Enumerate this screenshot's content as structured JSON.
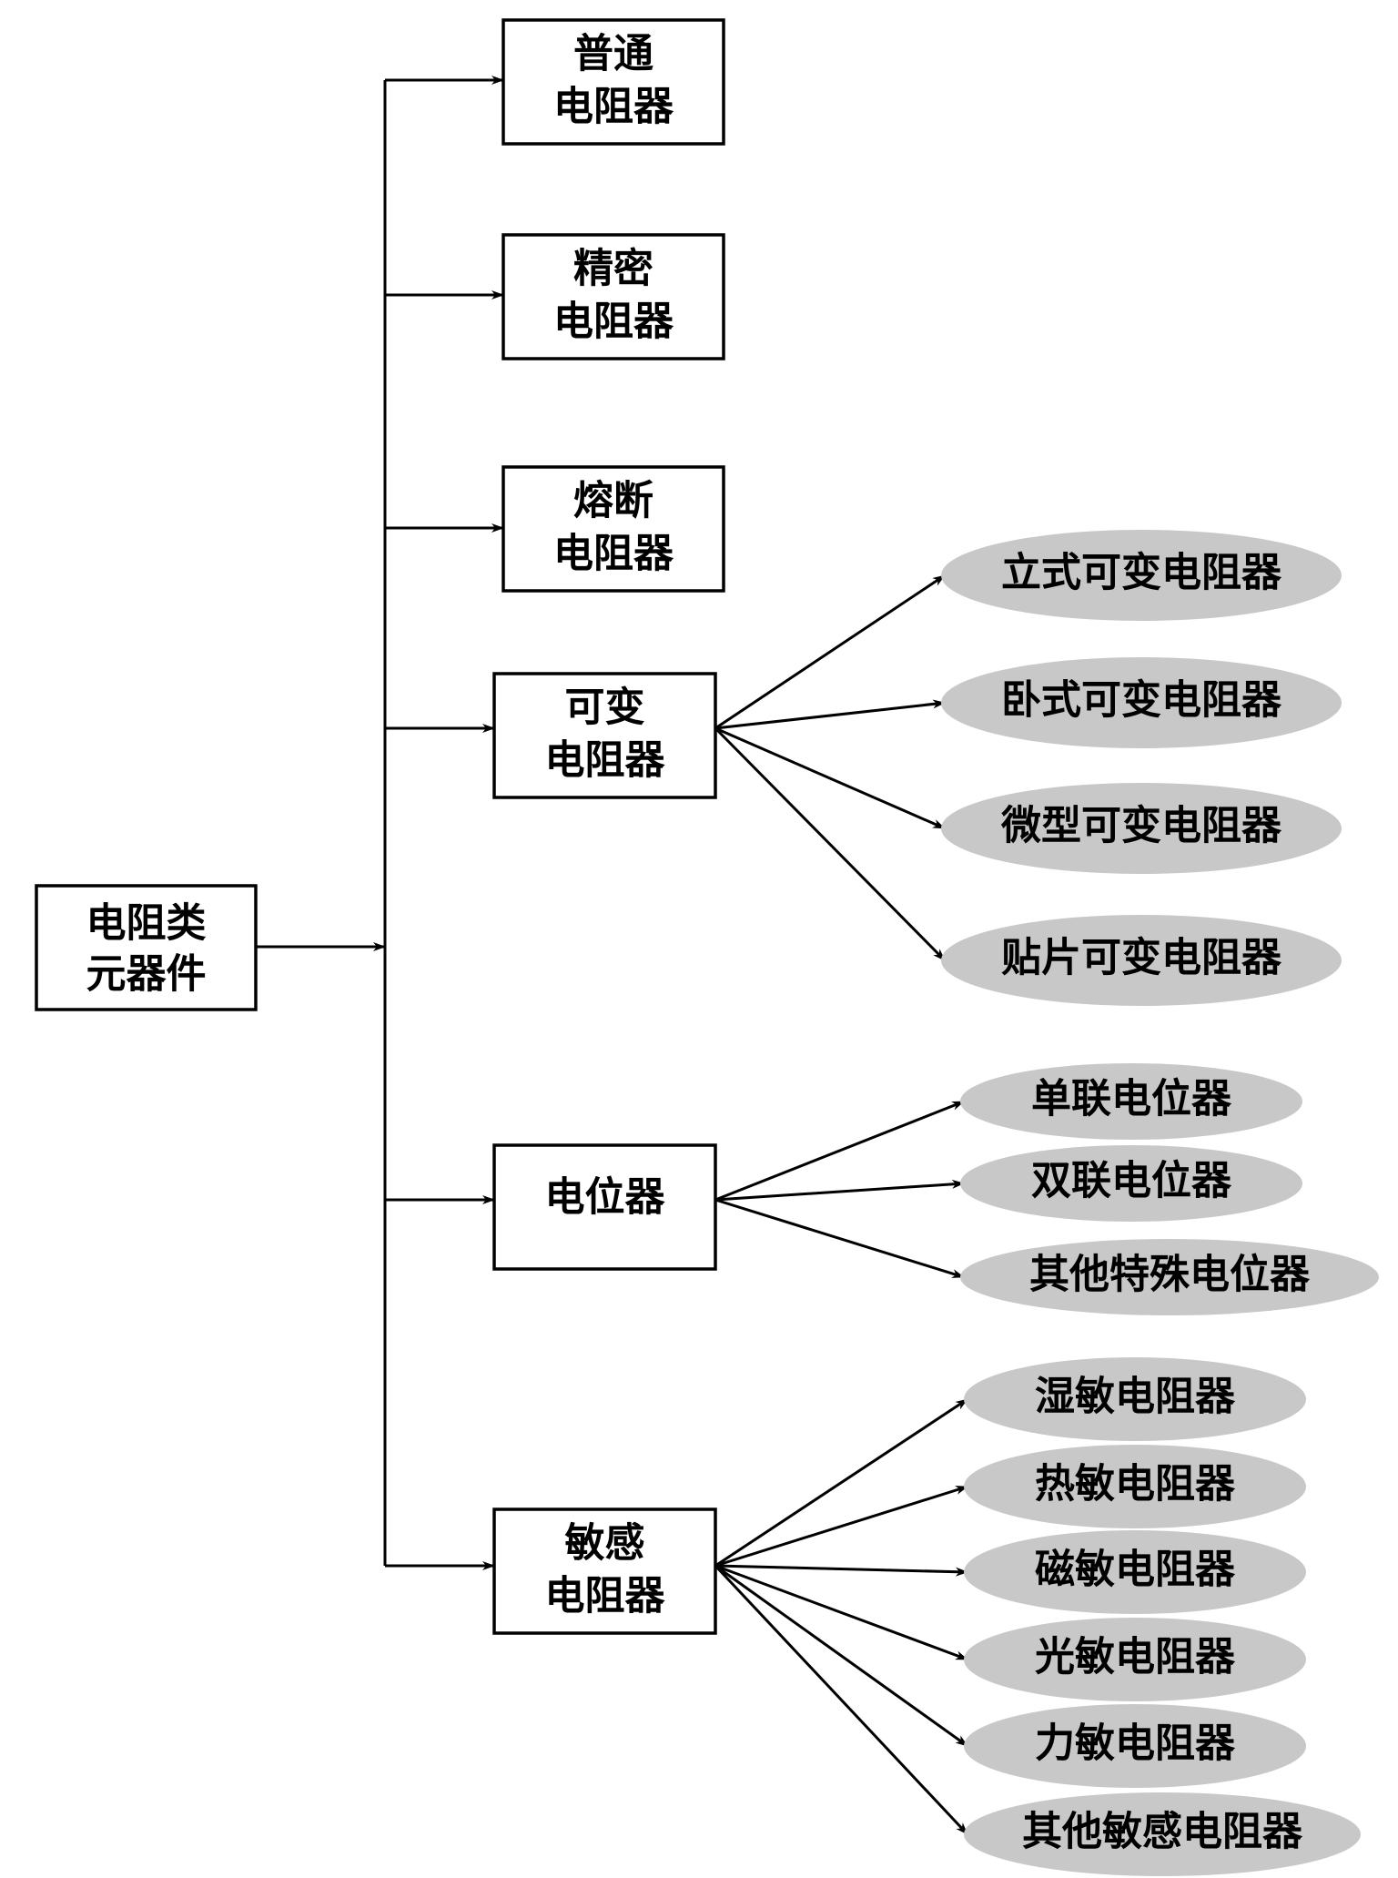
{
  "colors": {
    "line": "#000000",
    "box_fill": "#ffffff",
    "ellipse_fill": "#c8c8c8"
  },
  "root": {
    "line1": "电阻类",
    "line2": "元器件"
  },
  "categories": [
    {
      "id": "ordinary",
      "line1": "普通",
      "line2": "电阻器",
      "children": []
    },
    {
      "id": "precision",
      "line1": "精密",
      "line2": "电阻器",
      "children": []
    },
    {
      "id": "fuse",
      "line1": "熔断",
      "line2": "电阻器",
      "children": []
    },
    {
      "id": "variable",
      "line1": "可变",
      "line2": "电阻器",
      "children": [
        "立式可变电阻器",
        "卧式可变电阻器",
        "微型可变电阻器",
        "贴片可变电阻器"
      ]
    },
    {
      "id": "potentiometer",
      "line1": "电位器",
      "line2": "",
      "children": [
        "单联电位器",
        "双联电位器",
        "其他特殊电位器"
      ]
    },
    {
      "id": "sensitive",
      "line1": "敏感",
      "line2": "电阻器",
      "children": [
        "湿敏电阻器",
        "热敏电阻器",
        "磁敏电阻器",
        "光敏电阻器",
        "力敏电阻器",
        "其他敏感电阻器"
      ]
    }
  ]
}
